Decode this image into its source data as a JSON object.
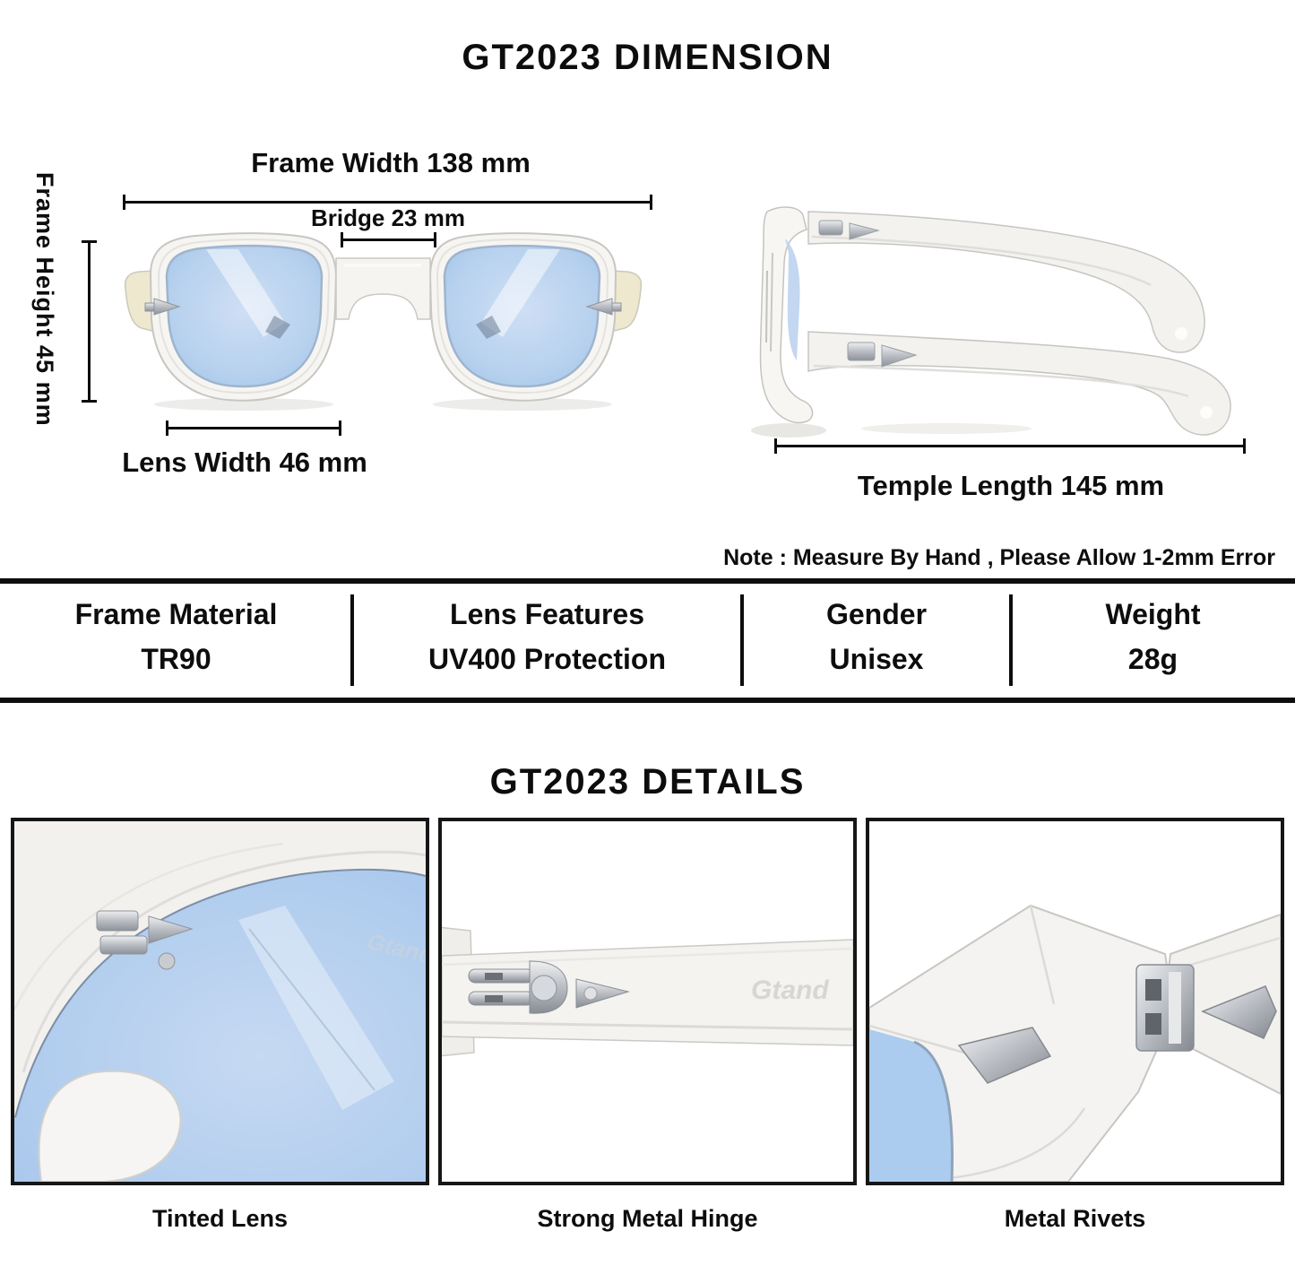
{
  "dimension_section": {
    "title": "GT2023 DIMENSION",
    "frame_width_label": "Frame Width 138 mm",
    "bridge_label": "Bridge 23 mm",
    "frame_height_label": "Frame Height 45 mm",
    "lens_width_label": "Lens Width 46 mm",
    "temple_length_label": "Temple Length 145 mm",
    "note": "Note : Measure By Hand , Please Allow 1-2mm Error"
  },
  "spec_table": {
    "columns": [
      {
        "label": "Frame Material",
        "value": "TR90"
      },
      {
        "label": "Lens Features",
        "value": "UV400 Protection"
      },
      {
        "label": "Gender",
        "value": "Unisex"
      },
      {
        "label": "Weight",
        "value": "28g"
      }
    ]
  },
  "details_section": {
    "title": "GT2023 DETAILS",
    "captions": [
      "Tinted Lens",
      "Strong Metal Hinge",
      "Metal Rivets"
    ]
  },
  "branding": {
    "logo_text": "Gtand"
  },
  "colors": {
    "lens_blue": "#aecdf0",
    "frame_clear": "#f4f3f0",
    "metal_silver": "#c9ccd1",
    "text_black": "#0d0d0d"
  }
}
